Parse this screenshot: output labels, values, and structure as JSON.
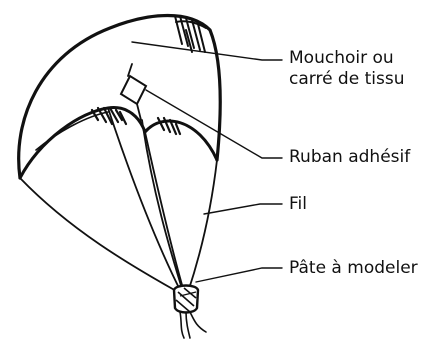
{
  "diagram": {
    "labels": {
      "mouchoir": {
        "line1": "Mouchoir ou",
        "line2": "carré de tissu"
      },
      "ruban": "Ruban adhésif",
      "fil": "Fil",
      "pate": "Pâte à modeler"
    },
    "colors": {
      "ink": "#111111",
      "background": "#ffffff"
    }
  }
}
